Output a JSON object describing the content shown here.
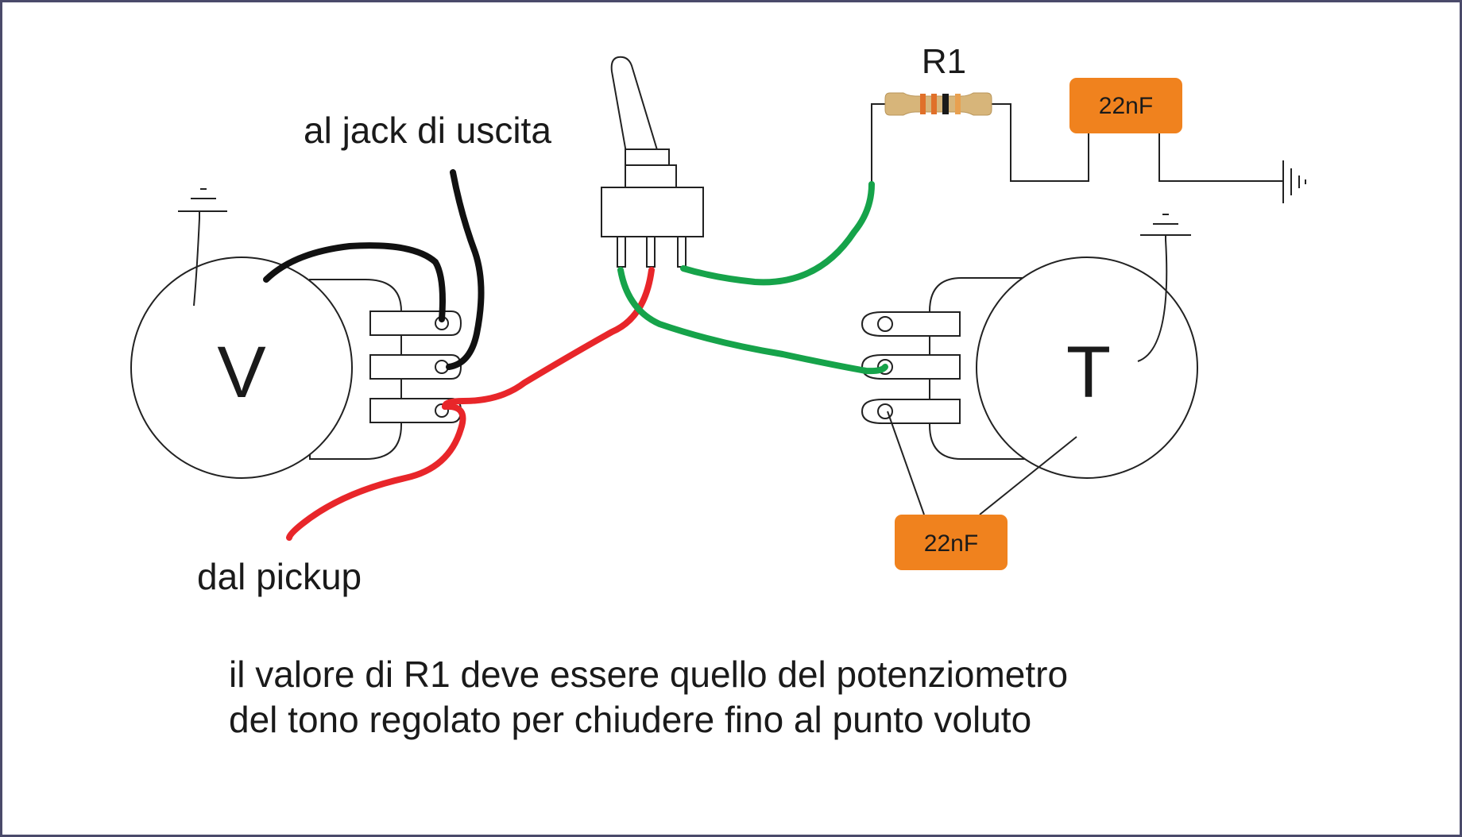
{
  "labels": {
    "output_jack": "al jack di uscita",
    "pickup": "dal pickup",
    "volume_pot": "V",
    "tone_pot": "T",
    "resistor": "R1",
    "cap_top": "22nF",
    "cap_bottom": "22nF"
  },
  "note": {
    "line1": "il valore di R1 deve essere quello del potenziometro",
    "line2": "del tono regolato per chiudere fino al punto voluto"
  },
  "colors": {
    "black_wire": "#111111",
    "red_wire": "#e8262a",
    "green_wire": "#16a34a",
    "capacitor": "#f0821e",
    "resistor_body": "#d7b57a",
    "frame": "#4a4a6a"
  }
}
